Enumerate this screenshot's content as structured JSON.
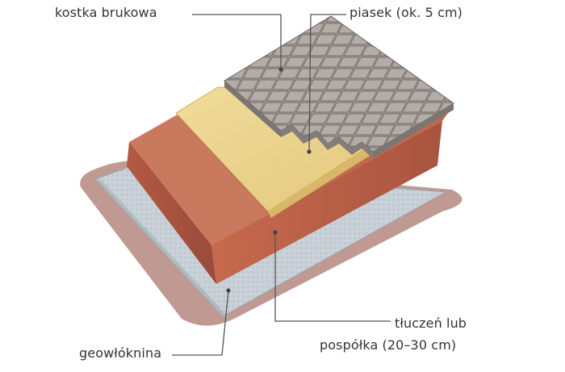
{
  "labels": {
    "kostka": "kostka brukowa",
    "piasek": "piasek (ok. 5 cm)",
    "tluczen_line1": "tłuczeń lub",
    "tluczen_line2": "pospółka (20–30 cm)",
    "geowloknina": "geowłóknina"
  },
  "colors": {
    "text": "#333333",
    "leader": "#555555",
    "paver": "#a29a96",
    "sand": "#e8cf86",
    "gravel": "#b85f45",
    "geotextile": "#c3ccd2",
    "shadow": "#8a4538"
  }
}
